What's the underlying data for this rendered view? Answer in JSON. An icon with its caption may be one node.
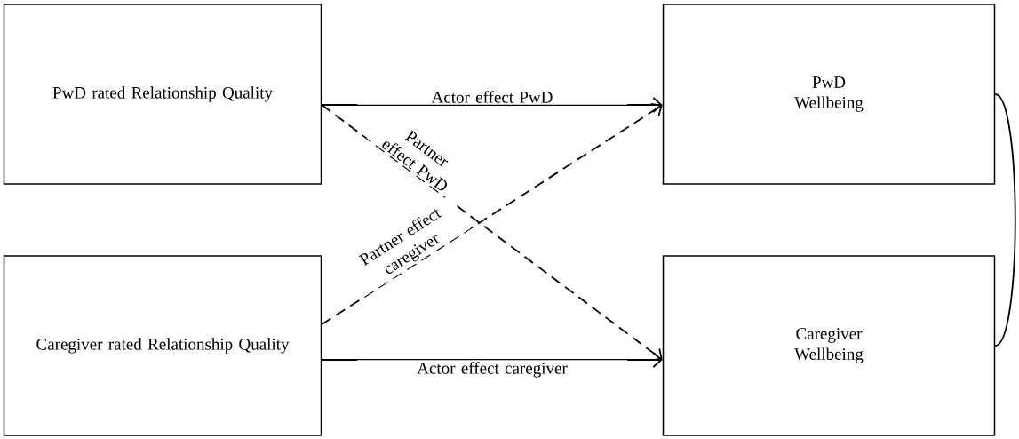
{
  "diagram": {
    "nodes": [
      {
        "text": [
          "PwD rated Relationship Quality"
        ]
      },
      {
        "text": [
          "PwD Wellbeing"
        ]
      },
      {
        "text": [
          "Caregiver rated Relationship Quality"
        ]
      },
      {
        "text": [
          "Caregiver Wellbeing"
        ]
      }
    ],
    "edges": [
      {
        "from": 0,
        "to": 1,
        "arrow": "to",
        "label": "Actor effect PwD"
      },
      {
        "from": 0,
        "to": 3,
        "arrow": "to",
        "style": "dashed",
        "label": "Partner effect PwD"
      },
      {
        "from": 2,
        "to": 1,
        "arrow": "to",
        "style": "dashed",
        "label": "Partner effect caregiver"
      },
      {
        "from": 2,
        "to": 3,
        "arrow": "to",
        "label": "Actor effect caregiver"
      },
      {
        "from": 1,
        "to": 3,
        "arrow": "none"
      }
    ]
  }
}
